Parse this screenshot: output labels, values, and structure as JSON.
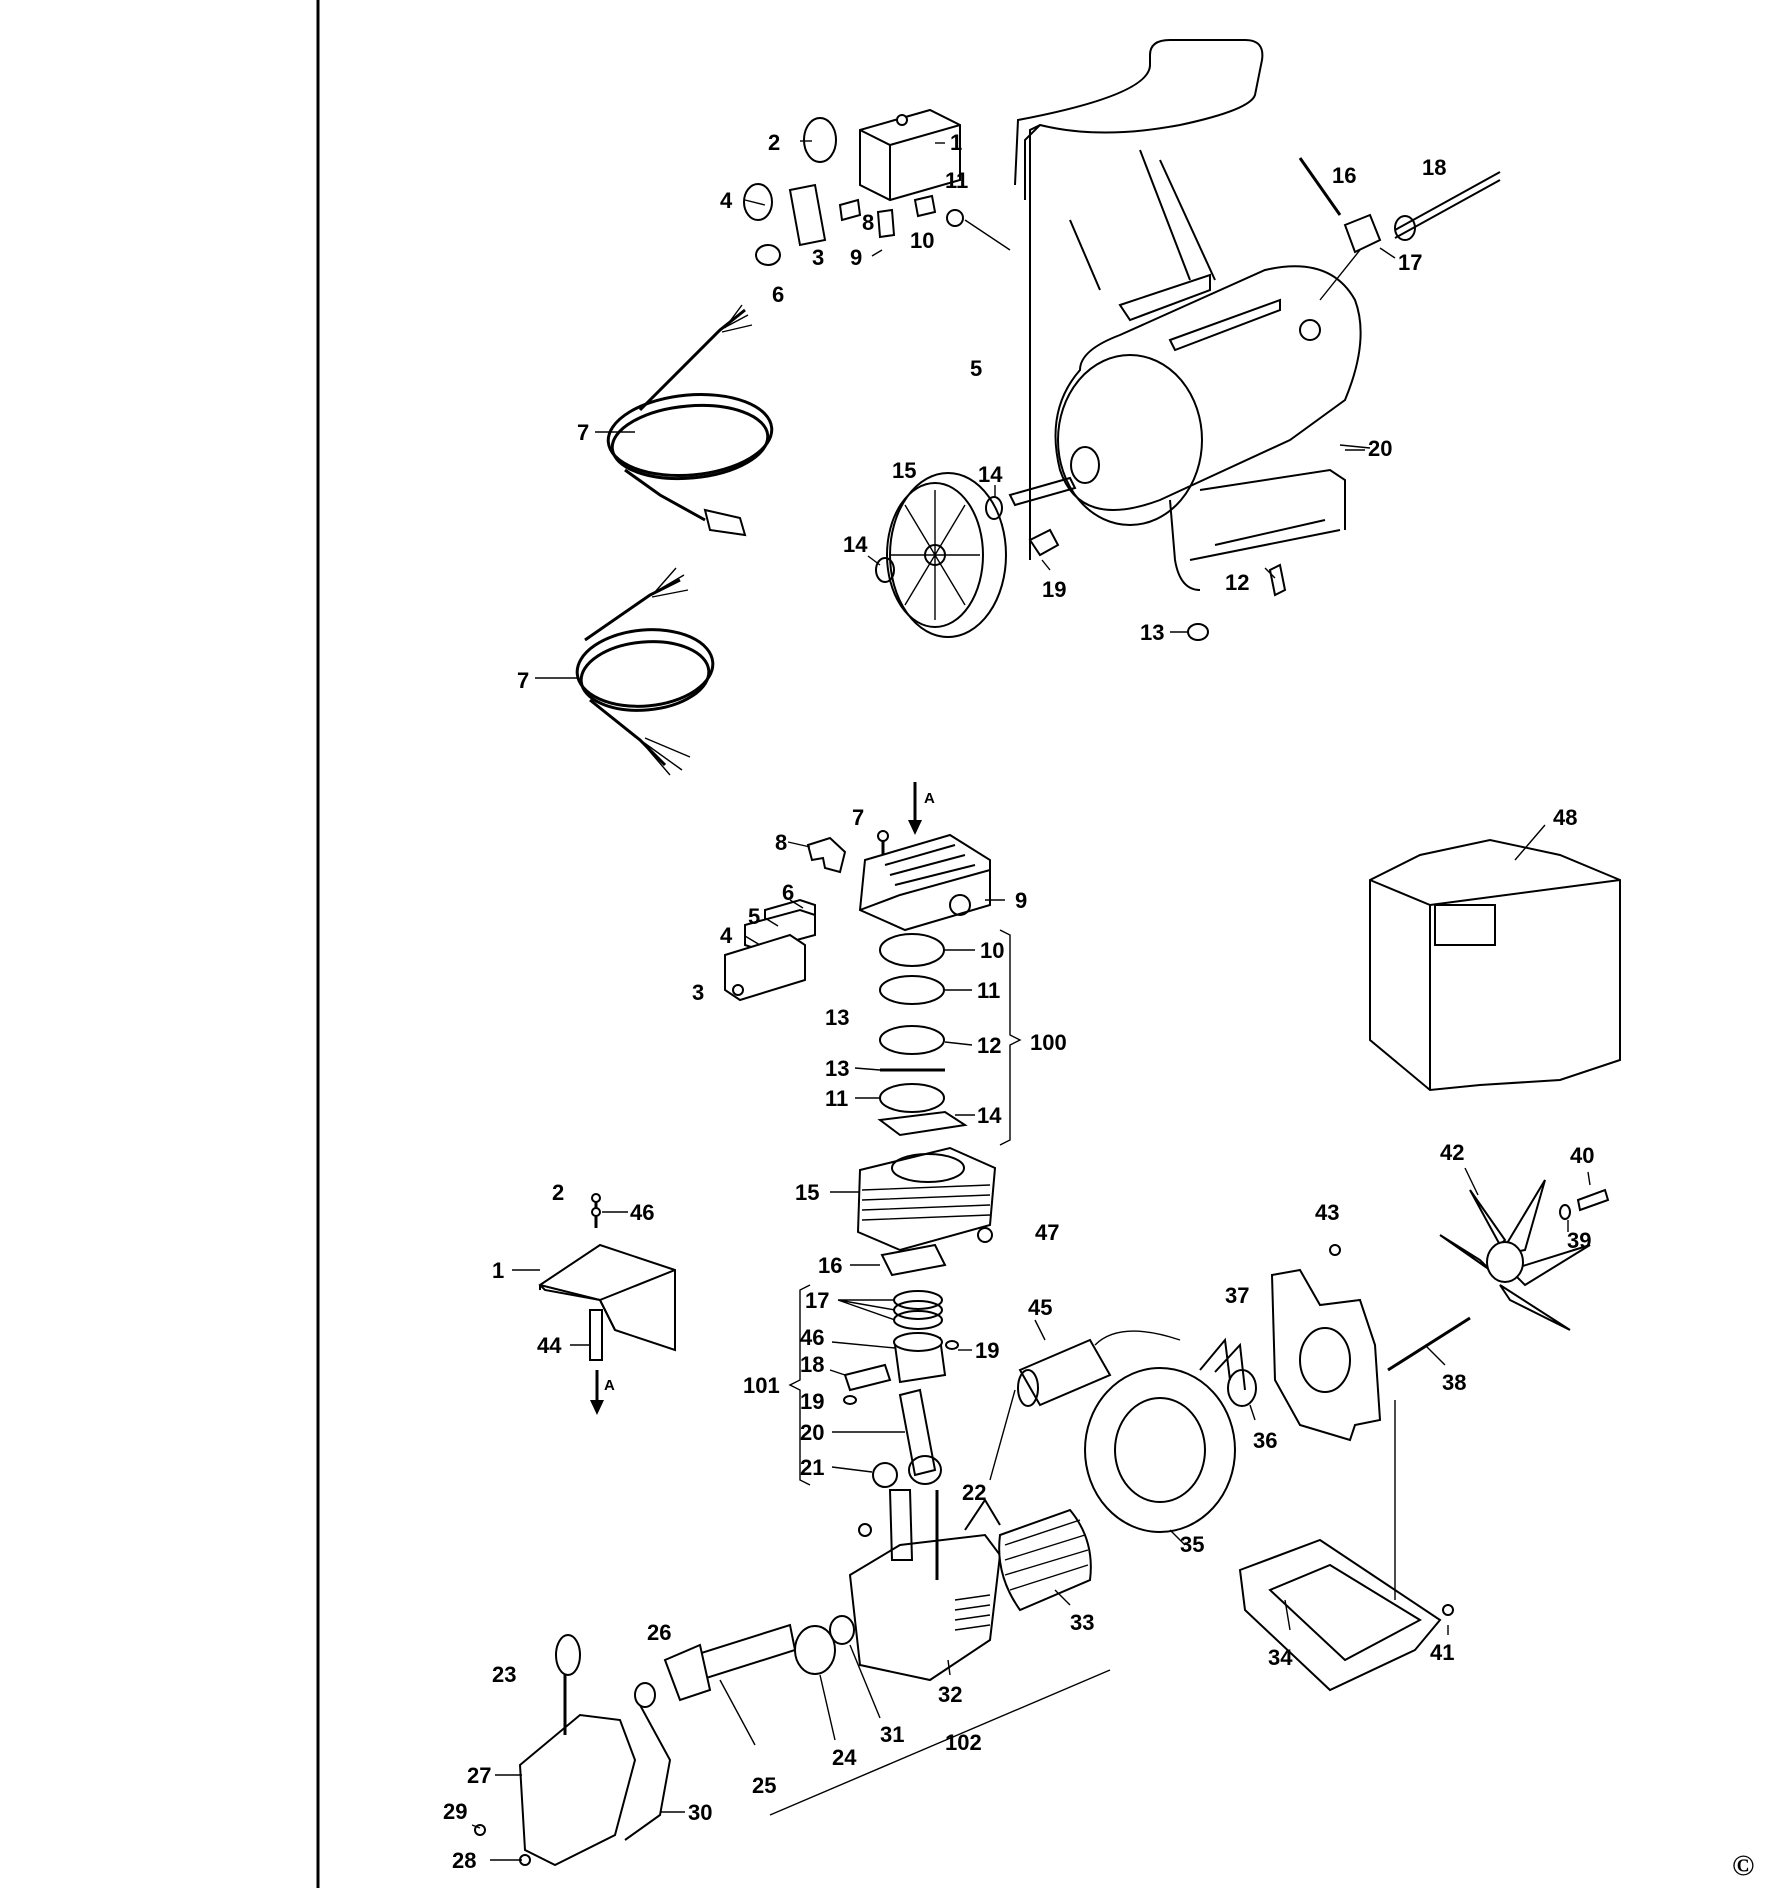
{
  "copyright_mark": "©",
  "arrow_marker": "A",
  "upper_assembly": {
    "labels": [
      "1",
      "2",
      "3",
      "4",
      "5",
      "6",
      "7",
      "7",
      "8",
      "9",
      "10",
      "11",
      "12",
      "13",
      "14",
      "14",
      "15",
      "16",
      "17",
      "18",
      "19",
      "20"
    ]
  },
  "pump_assembly": {
    "labels": [
      "1",
      "2",
      "3",
      "4",
      "5",
      "6",
      "7",
      "8",
      "9",
      "10",
      "11",
      "11",
      "12",
      "13",
      "13",
      "14",
      "15",
      "16",
      "17",
      "18",
      "19",
      "19",
      "20",
      "21",
      "22",
      "23",
      "24",
      "25",
      "26",
      "27",
      "28",
      "29",
      "30",
      "31",
      "32",
      "33",
      "34",
      "35",
      "36",
      "37",
      "38",
      "39",
      "40",
      "41",
      "42",
      "43",
      "44",
      "45",
      "46",
      "46",
      "47",
      "48",
      "100",
      "101",
      "102"
    ]
  }
}
